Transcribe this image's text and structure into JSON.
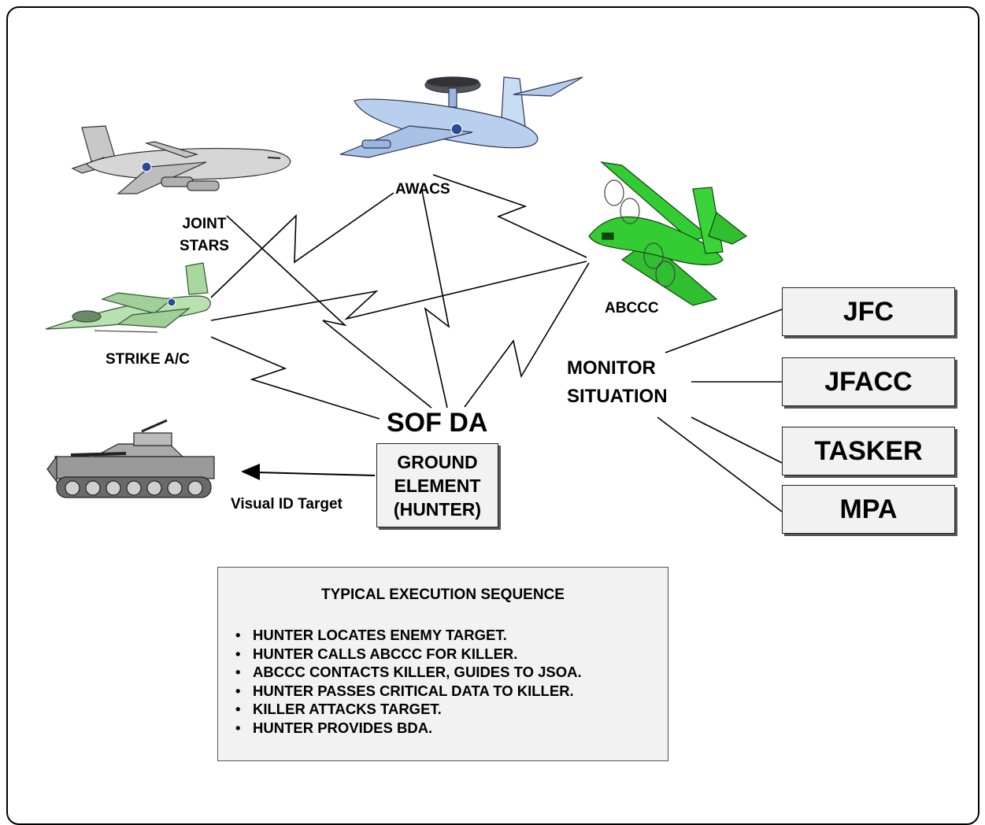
{
  "aircraft": {
    "joint_stars": [
      "JOINT",
      "STARS"
    ],
    "awacs": "AWACS",
    "abccc": "ABCCC",
    "strike": "STRIKE A/C"
  },
  "center": {
    "title": "SOF DA",
    "ground_element": [
      "GROUND",
      "ELEMENT",
      "(HUNTER)"
    ]
  },
  "target_arrow_label": "Visual ID Target",
  "monitor": [
    "MONITOR",
    "SITUATION"
  ],
  "agencies": [
    "JFC",
    "JFACC",
    "TASKER",
    "MPA"
  ],
  "sequence": {
    "title": "TYPICAL EXECUTION SEQUENCE",
    "steps": [
      "HUNTER LOCATES ENEMY TARGET.",
      "HUNTER CALLS ABCCC FOR KILLER.",
      "ABCCC CONTACTS KILLER, GUIDES TO JSOA.",
      "HUNTER PASSES CRITICAL DATA TO KILLER.",
      "KILLER ATTACKS TARGET.",
      "HUNTER PROVIDES BDA."
    ]
  },
  "colors": {
    "awacs_body": "#b8d0ee",
    "abccc_body": "#33cc33",
    "strike_body": "#b8e0b0",
    "joint_stars_body": "#d0d0d0",
    "box_fill": "#f2f2f2"
  }
}
